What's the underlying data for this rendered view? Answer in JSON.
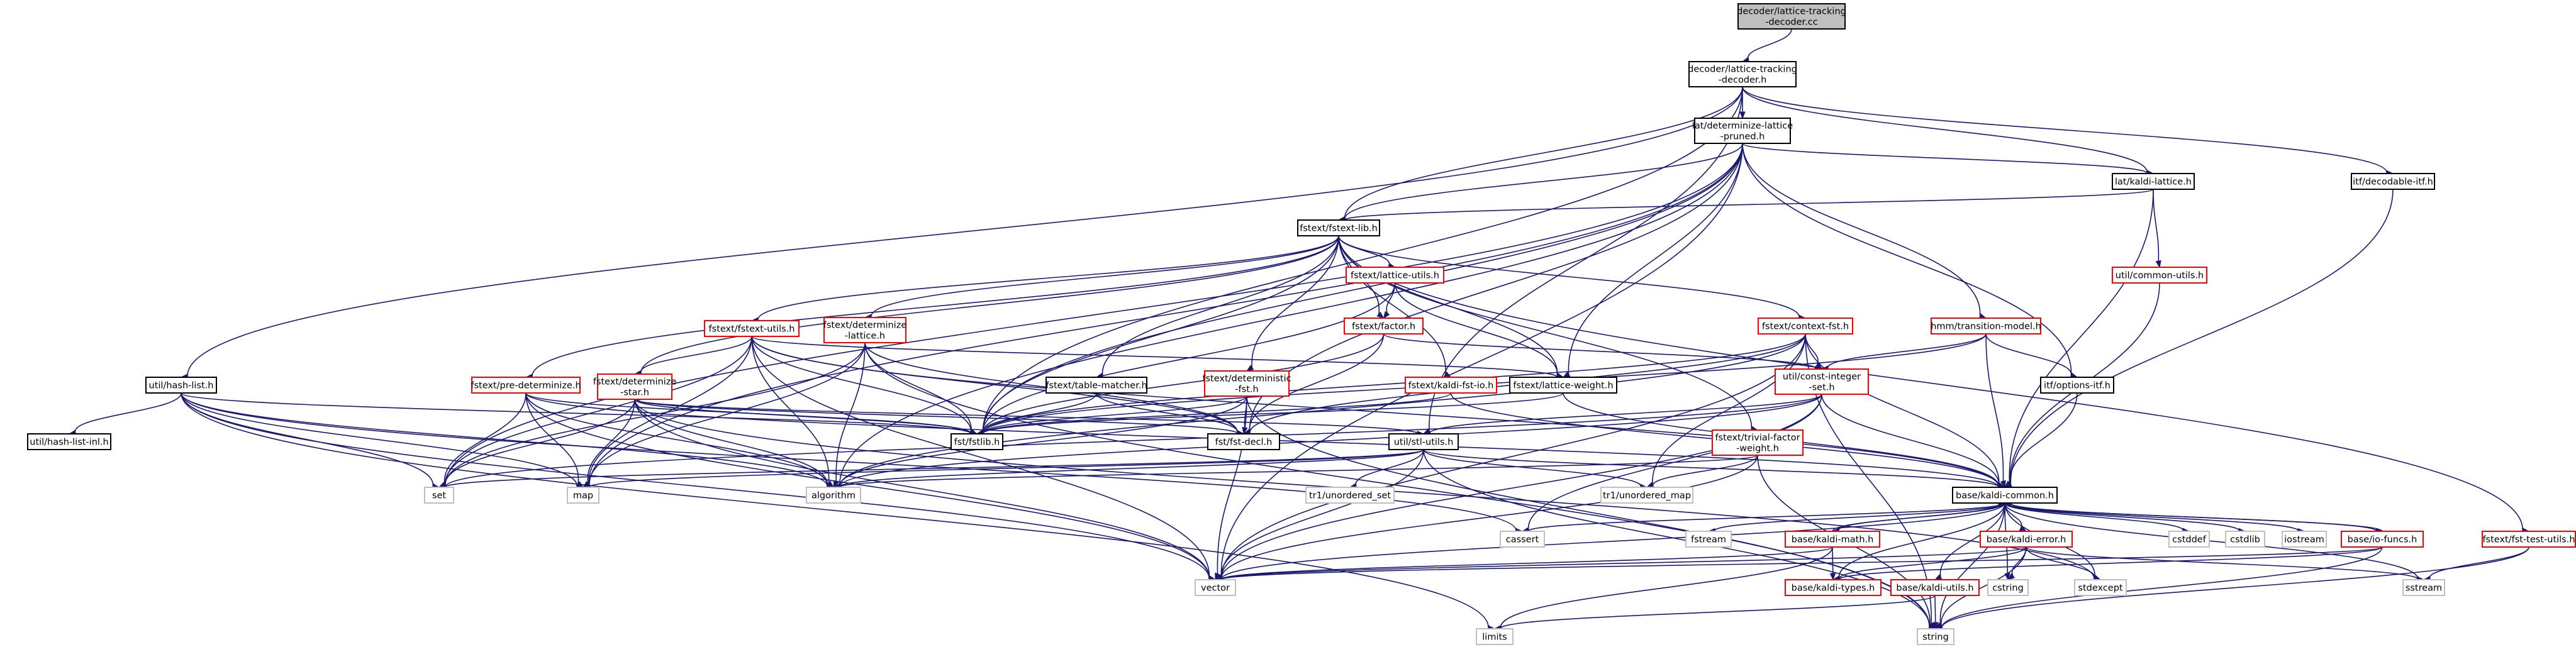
{
  "colors": {
    "edge": "#191970",
    "focus_fill": "#bfbfbf",
    "border_black": "#000000",
    "border_red": "#ff0000"
  },
  "nodes": [
    {
      "id": "root",
      "lines": [
        "decoder/lattice-tracking",
        "-decoder.cc"
      ],
      "style": "focus"
    },
    {
      "id": "ltd_h",
      "lines": [
        "decoder/lattice-tracking",
        "-decoder.h"
      ],
      "style": "black"
    },
    {
      "id": "dlp",
      "lines": [
        "lat/determinize-lattice",
        "-pruned.h"
      ],
      "style": "black"
    },
    {
      "id": "kaldi_lattice",
      "lines": [
        "lat/kaldi-lattice.h"
      ],
      "style": "black"
    },
    {
      "id": "decodable_itf",
      "lines": [
        "itf/decodable-itf.h"
      ],
      "style": "black"
    },
    {
      "id": "fstext_lib",
      "lines": [
        "fstext/fstext-lib.h"
      ],
      "style": "black"
    },
    {
      "id": "hash_list",
      "lines": [
        "util/hash-list.h"
      ],
      "style": "black"
    },
    {
      "id": "hash_list_inl",
      "lines": [
        "util/hash-list-inl.h"
      ],
      "style": "black"
    },
    {
      "id": "lattice_utils",
      "lines": [
        "fstext/lattice-utils.h"
      ],
      "style": "red"
    },
    {
      "id": "common_utils",
      "lines": [
        "util/common-utils.h"
      ],
      "style": "red"
    },
    {
      "id": "fstext_utils",
      "lines": [
        "fstext/fstext-utils.h"
      ],
      "style": "red"
    },
    {
      "id": "det_lattice",
      "lines": [
        "fstext/determinize",
        "-lattice.h"
      ],
      "style": "red"
    },
    {
      "id": "factor",
      "lines": [
        "fstext/factor.h"
      ],
      "style": "red"
    },
    {
      "id": "context_fst",
      "lines": [
        "fstext/context-fst.h"
      ],
      "style": "red"
    },
    {
      "id": "transition_model",
      "lines": [
        "hmm/transition-model.h"
      ],
      "style": "red"
    },
    {
      "id": "pre_det",
      "lines": [
        "fstext/pre-determinize.h"
      ],
      "style": "red"
    },
    {
      "id": "det_star",
      "lines": [
        "fstext/determinize",
        "-star.h"
      ],
      "style": "red"
    },
    {
      "id": "table_matcher",
      "lines": [
        "fstext/table-matcher.h"
      ],
      "style": "black"
    },
    {
      "id": "deterministic_fst",
      "lines": [
        "fstext/deterministic",
        "-fst.h"
      ],
      "style": "red"
    },
    {
      "id": "kaldi_fst_io",
      "lines": [
        "fstext/kaldi-fst-io.h"
      ],
      "style": "red"
    },
    {
      "id": "lattice_weight",
      "lines": [
        "fstext/lattice-weight.h"
      ],
      "style": "black"
    },
    {
      "id": "const_int_set",
      "lines": [
        "util/const-integer",
        "-set.h"
      ],
      "style": "red"
    },
    {
      "id": "options_itf",
      "lines": [
        "itf/options-itf.h"
      ],
      "style": "black"
    },
    {
      "id": "fstlib",
      "lines": [
        "fst/fstlib.h"
      ],
      "style": "black"
    },
    {
      "id": "fst_decl",
      "lines": [
        "fst/fst-decl.h"
      ],
      "style": "black"
    },
    {
      "id": "stl_utils",
      "lines": [
        "util/stl-utils.h"
      ],
      "style": "black"
    },
    {
      "id": "trivial_factor",
      "lines": [
        "fstext/trivial-factor",
        "-weight.h"
      ],
      "style": "red"
    },
    {
      "id": "fst_test_utils",
      "lines": [
        "fstext/fst-test-utils.h"
      ],
      "style": "red"
    },
    {
      "id": "set",
      "lines": [
        "set"
      ],
      "style": "gray"
    },
    {
      "id": "map",
      "lines": [
        "map"
      ],
      "style": "gray"
    },
    {
      "id": "algorithm",
      "lines": [
        "algorithm"
      ],
      "style": "gray"
    },
    {
      "id": "tr1_uset",
      "lines": [
        "tr1/unordered_set"
      ],
      "style": "gray"
    },
    {
      "id": "tr1_umap",
      "lines": [
        "tr1/unordered_map"
      ],
      "style": "gray"
    },
    {
      "id": "kaldi_common",
      "lines": [
        "base/kaldi-common.h"
      ],
      "style": "black"
    },
    {
      "id": "cassert",
      "lines": [
        "cassert"
      ],
      "style": "gray"
    },
    {
      "id": "fstream",
      "lines": [
        "fstream"
      ],
      "style": "gray"
    },
    {
      "id": "kaldi_math",
      "lines": [
        "base/kaldi-math.h"
      ],
      "style": "red"
    },
    {
      "id": "kaldi_error",
      "lines": [
        "base/kaldi-error.h"
      ],
      "style": "red"
    },
    {
      "id": "cstddef",
      "lines": [
        "cstddef"
      ],
      "style": "gray"
    },
    {
      "id": "cstdlib",
      "lines": [
        "cstdlib"
      ],
      "style": "gray"
    },
    {
      "id": "iostream",
      "lines": [
        "iostream"
      ],
      "style": "gray"
    },
    {
      "id": "io_funcs",
      "lines": [
        "base/io-funcs.h"
      ],
      "style": "red"
    },
    {
      "id": "sstream",
      "lines": [
        "sstream"
      ],
      "style": "gray"
    },
    {
      "id": "vector",
      "lines": [
        "vector"
      ],
      "style": "gray"
    },
    {
      "id": "kaldi_types",
      "lines": [
        "base/kaldi-types.h"
      ],
      "style": "red"
    },
    {
      "id": "kaldi_utils",
      "lines": [
        "base/kaldi-utils.h"
      ],
      "style": "red"
    },
    {
      "id": "cstring",
      "lines": [
        "cstring"
      ],
      "style": "gray"
    },
    {
      "id": "stdexcept",
      "lines": [
        "stdexcept"
      ],
      "style": "gray"
    },
    {
      "id": "limits",
      "lines": [
        "limits"
      ],
      "style": "gray"
    },
    {
      "id": "string",
      "lines": [
        "string"
      ],
      "style": "gray"
    }
  ],
  "edges": [
    [
      "root",
      "ltd_h"
    ],
    [
      "ltd_h",
      "dlp"
    ],
    [
      "ltd_h",
      "kaldi_lattice"
    ],
    [
      "ltd_h",
      "decodable_itf"
    ],
    [
      "ltd_h",
      "fstext_lib"
    ],
    [
      "ltd_h",
      "hash_list"
    ],
    [
      "ltd_h",
      "fstlib"
    ],
    [
      "ltd_h",
      "stl_utils"
    ],
    [
      "dlp",
      "kaldi_lattice"
    ],
    [
      "dlp",
      "fstext_lib"
    ],
    [
      "dlp",
      "transition_model"
    ],
    [
      "dlp",
      "lattice_weight"
    ],
    [
      "dlp",
      "options_itf"
    ],
    [
      "dlp",
      "fstlib"
    ],
    [
      "dlp",
      "fst_decl"
    ],
    [
      "dlp",
      "map"
    ],
    [
      "dlp",
      "algorithm"
    ],
    [
      "dlp",
      "vector"
    ],
    [
      "dlp",
      "set"
    ],
    [
      "kaldi_lattice",
      "fstext_lib"
    ],
    [
      "kaldi_lattice",
      "common_utils"
    ],
    [
      "kaldi_lattice",
      "kaldi_common"
    ],
    [
      "decodable_itf",
      "kaldi_common"
    ],
    [
      "common_utils",
      "kaldi_common"
    ],
    [
      "fstext_lib",
      "fstext_utils"
    ],
    [
      "fstext_lib",
      "det_lattice"
    ],
    [
      "fstext_lib",
      "lattice_utils"
    ],
    [
      "fstext_lib",
      "factor"
    ],
    [
      "fstext_lib",
      "context_fst"
    ],
    [
      "fstext_lib",
      "pre_det"
    ],
    [
      "fstext_lib",
      "det_star"
    ],
    [
      "fstext_lib",
      "table_matcher"
    ],
    [
      "fstext_lib",
      "deterministic_fst"
    ],
    [
      "fstext_lib",
      "kaldi_fst_io"
    ],
    [
      "fstext_lib",
      "lattice_weight"
    ],
    [
      "fstext_lib",
      "fst_test_utils"
    ],
    [
      "fstext_lib",
      "trivial_factor"
    ],
    [
      "fstext_lib",
      "fstlib"
    ],
    [
      "lattice_utils",
      "factor"
    ],
    [
      "lattice_utils",
      "lattice_weight"
    ],
    [
      "lattice_utils",
      "fstlib"
    ],
    [
      "factor",
      "fstlib"
    ],
    [
      "factor",
      "fst_decl"
    ],
    [
      "factor",
      "const_int_set"
    ],
    [
      "fstext_utils",
      "det_star"
    ],
    [
      "fstext_utils",
      "fstlib"
    ],
    [
      "fstext_utils",
      "fst_decl"
    ],
    [
      "fstext_utils",
      "set"
    ],
    [
      "fstext_utils",
      "map"
    ],
    [
      "fstext_utils",
      "algorithm"
    ],
    [
      "fstext_utils",
      "kaldi_common"
    ],
    [
      "fstext_utils",
      "lattice_weight"
    ],
    [
      "fstext_utils",
      "vector"
    ],
    [
      "det_lattice",
      "fstlib"
    ],
    [
      "det_lattice",
      "fst_decl"
    ],
    [
      "det_lattice",
      "algorithm"
    ],
    [
      "det_lattice",
      "map"
    ],
    [
      "det_lattice",
      "set"
    ],
    [
      "det_lattice",
      "string"
    ],
    [
      "pre_det",
      "fstlib"
    ],
    [
      "pre_det",
      "set"
    ],
    [
      "pre_det",
      "map"
    ],
    [
      "pre_det",
      "algorithm"
    ],
    [
      "pre_det",
      "vector"
    ],
    [
      "pre_det",
      "kaldi_common"
    ],
    [
      "det_star",
      "fstlib"
    ],
    [
      "det_star",
      "algorithm"
    ],
    [
      "det_star",
      "map"
    ],
    [
      "det_star",
      "set"
    ],
    [
      "det_star",
      "vector"
    ],
    [
      "det_star",
      "stl_utils"
    ],
    [
      "det_star",
      "fst_decl"
    ],
    [
      "det_star",
      "stdexcept"
    ],
    [
      "table_matcher",
      "fstlib"
    ],
    [
      "table_matcher",
      "fst_decl"
    ],
    [
      "deterministic_fst",
      "fstlib"
    ],
    [
      "deterministic_fst",
      "fst_decl"
    ],
    [
      "deterministic_fst",
      "algorithm"
    ],
    [
      "deterministic_fst",
      "string"
    ],
    [
      "deterministic_fst",
      "vector"
    ],
    [
      "kaldi_fst_io",
      "fstlib"
    ],
    [
      "kaldi_fst_io",
      "kaldi_common"
    ],
    [
      "context_fst",
      "const_int_set"
    ],
    [
      "context_fst",
      "fstlib"
    ],
    [
      "context_fst",
      "fst_decl"
    ],
    [
      "context_fst",
      "algorithm"
    ],
    [
      "context_fst",
      "string"
    ],
    [
      "context_fst",
      "vector"
    ],
    [
      "context_fst",
      "kaldi_common"
    ],
    [
      "context_fst",
      "tr1_umap"
    ],
    [
      "transition_model",
      "const_int_set"
    ],
    [
      "transition_model",
      "options_itf"
    ],
    [
      "transition_model",
      "kaldi_common"
    ],
    [
      "transition_model",
      "fstlib"
    ],
    [
      "lattice_weight",
      "fstlib"
    ],
    [
      "lattice_weight",
      "kaldi_common"
    ],
    [
      "const_int_set",
      "stl_utils"
    ],
    [
      "const_int_set",
      "set"
    ],
    [
      "const_int_set",
      "algorithm"
    ],
    [
      "const_int_set",
      "vector"
    ],
    [
      "const_int_set",
      "cassert"
    ],
    [
      "const_int_set",
      "kaldi_common"
    ],
    [
      "options_itf",
      "kaldi_common"
    ],
    [
      "hash_list",
      "hash_list_inl"
    ],
    [
      "hash_list",
      "fstlib"
    ],
    [
      "hash_list",
      "set"
    ],
    [
      "hash_list",
      "map"
    ],
    [
      "hash_list",
      "algorithm"
    ],
    [
      "hash_list",
      "vector"
    ],
    [
      "hash_list",
      "limits"
    ],
    [
      "hash_list",
      "cassert"
    ],
    [
      "stl_utils",
      "set"
    ],
    [
      "stl_utils",
      "map"
    ],
    [
      "stl_utils",
      "algorithm"
    ],
    [
      "stl_utils",
      "tr1_uset"
    ],
    [
      "stl_utils",
      "tr1_umap"
    ],
    [
      "stl_utils",
      "kaldi_common"
    ],
    [
      "stl_utils",
      "vector"
    ],
    [
      "stl_utils",
      "string"
    ],
    [
      "trivial_factor",
      "tr1_umap"
    ],
    [
      "trivial_factor",
      "vector"
    ],
    [
      "trivial_factor",
      "string"
    ],
    [
      "trivial_factor",
      "algorithm"
    ],
    [
      "fst_test_utils",
      "sstream"
    ],
    [
      "fst_test_utils",
      "string"
    ],
    [
      "kaldi_common",
      "cassert"
    ],
    [
      "kaldi_common",
      "fstream"
    ],
    [
      "kaldi_common",
      "kaldi_math"
    ],
    [
      "kaldi_common",
      "kaldi_error"
    ],
    [
      "kaldi_common",
      "cstddef"
    ],
    [
      "kaldi_common",
      "cstdlib"
    ],
    [
      "kaldi_common",
      "iostream"
    ],
    [
      "kaldi_common",
      "io_funcs"
    ],
    [
      "kaldi_common",
      "sstream"
    ],
    [
      "kaldi_common",
      "vector"
    ],
    [
      "kaldi_common",
      "kaldi_types"
    ],
    [
      "kaldi_common",
      "kaldi_utils"
    ],
    [
      "kaldi_common",
      "cstring"
    ],
    [
      "kaldi_common",
      "stdexcept"
    ],
    [
      "kaldi_common",
      "string"
    ],
    [
      "kaldi_math",
      "kaldi_types"
    ],
    [
      "kaldi_math",
      "kaldi_common"
    ],
    [
      "kaldi_math",
      "vector"
    ],
    [
      "kaldi_math",
      "limits"
    ],
    [
      "kaldi_error",
      "stdexcept"
    ],
    [
      "kaldi_error",
      "kaldi_types"
    ],
    [
      "kaldi_error",
      "cstring"
    ],
    [
      "kaldi_error",
      "string"
    ],
    [
      "kaldi_error",
      "sstream"
    ],
    [
      "kaldi_error",
      "vector"
    ],
    [
      "io_funcs",
      "kaldi_common"
    ],
    [
      "io_funcs",
      "kaldi_types"
    ],
    [
      "io_funcs",
      "string"
    ],
    [
      "io_funcs",
      "vector"
    ],
    [
      "kaldi_utils",
      "limits"
    ],
    [
      "kaldi_utils",
      "string"
    ]
  ]
}
